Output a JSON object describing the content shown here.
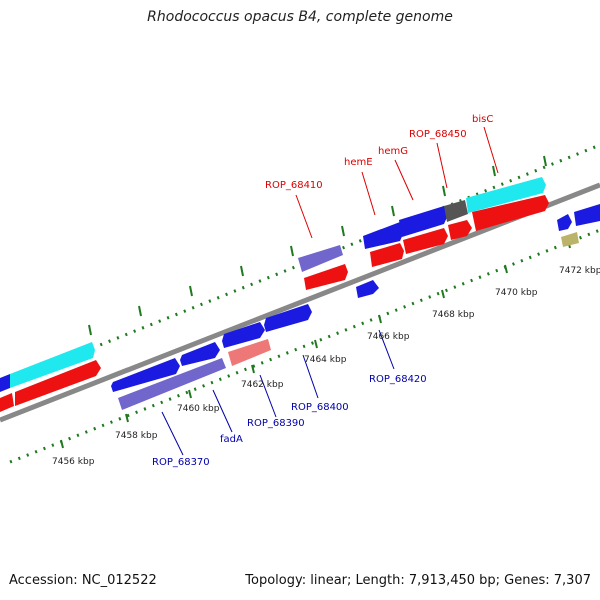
{
  "title": "Rhodococcus opacus B4, complete genome",
  "footer": {
    "accession": "Accession: NC_012522",
    "summary": "Topology: linear; Length: 7,913,450 bp; Genes: 7,307"
  },
  "colors": {
    "backbone": "#888888",
    "tick": "#1f7a1f",
    "forward_gene_label": "#dd0000",
    "reverse_gene_label": "#0000aa",
    "blue": "#1a1ae0",
    "red": "#ee1111",
    "cyan": "#1fe8ee",
    "purple": "#7066cc",
    "salmon": "#ee7777",
    "gray": "#555555",
    "khaki": "#bbb36a"
  },
  "scale_labels": [
    "7456 kbp",
    "7458 kbp",
    "7460 kbp",
    "7462 kbp",
    "7464 kbp",
    "7466 kbp",
    "7468 kbp",
    "7470 kbp",
    "7472 kbp"
  ],
  "forward_labels": [
    "ROP_68410",
    "hemE",
    "hemG",
    "ROP_68450",
    "bisC"
  ],
  "reverse_labels": [
    "ROP_68370",
    "fadA",
    "ROP_68390",
    "ROP_68400",
    "ROP_68420"
  ]
}
